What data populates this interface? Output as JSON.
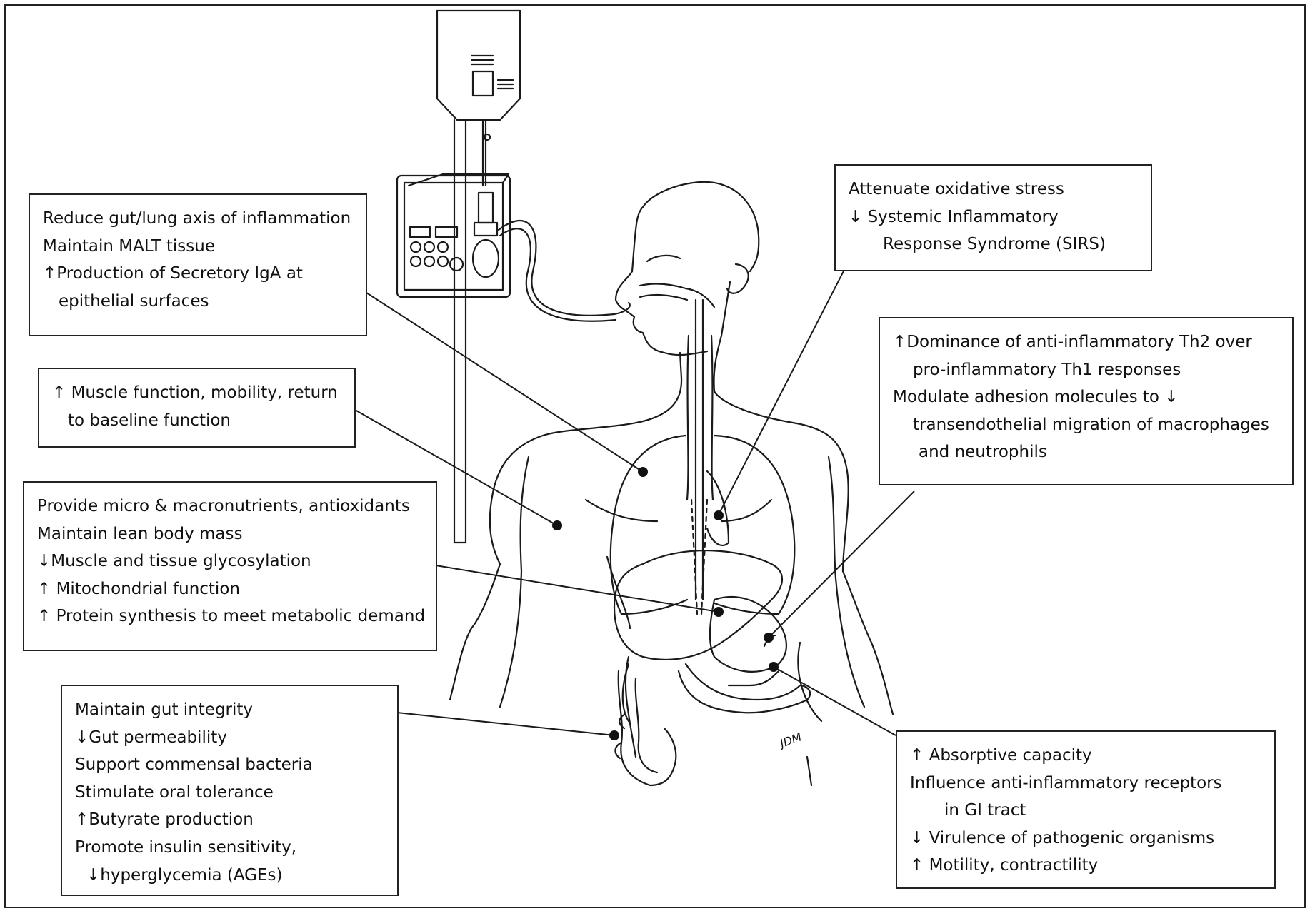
{
  "boxes": {
    "gut_lung": {
      "lines": [
        "Reduce gut/lung axis of inflammation",
        "Maintain MALT tissue",
        "↑Production of Secretory IgA at",
        "epithelial surfaces"
      ]
    },
    "muscle": {
      "lines": [
        "↑ Muscle function, mobility, return",
        "to baseline function"
      ]
    },
    "nutrients": {
      "lines": [
        "Provide micro & macronutrients, antioxidants",
        "Maintain lean body mass",
        "↓Muscle and tissue glycosylation",
        "↑ Mitochondrial function",
        "↑ Protein synthesis to meet metabolic demand"
      ]
    },
    "gut_integrity": {
      "lines": [
        "Maintain gut integrity",
        "↓Gut permeability",
        "Support commensal bacteria",
        "Stimulate oral tolerance",
        "↑Butyrate production",
        "Promote insulin sensitivity,",
        "↓hyperglycemia (AGEs)"
      ]
    },
    "oxidative": {
      "lines": [
        "Attenuate oxidative stress",
        "↓ Systemic Inflammatory",
        "Response Syndrome (SIRS)"
      ]
    },
    "th2": {
      "lines": [
        "↑Dominance of anti-inflammatory Th2 over",
        "pro-inflammatory Th1 responses",
        "Modulate adhesion molecules to ↓",
        "transendothelial  migration of macrophages",
        "and neutrophils"
      ]
    },
    "absorptive": {
      "lines": [
        "↑ Absorptive capacity",
        "Influence anti-inflammatory receptors",
        "in GI tract",
        "↓ Virulence of pathogenic organisms",
        "↑ Motility, contractility"
      ]
    }
  },
  "signature": "JDM"
}
